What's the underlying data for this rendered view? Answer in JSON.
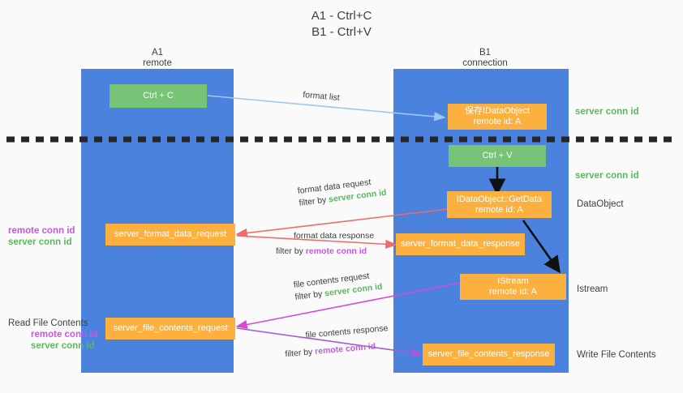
{
  "title": {
    "line1": "A1 - Ctrl+C",
    "line2": "B1 - Ctrl+V"
  },
  "lanes": [
    {
      "id": "a1",
      "name": "A1",
      "sub": "remote"
    },
    {
      "id": "b1",
      "name": "B1",
      "sub": "connection"
    }
  ],
  "boxes": {
    "ctrl_c": "Ctrl + C",
    "save_idataobject": "保存IDataObject\nremote id: A",
    "ctrl_v": "Ctrl + V",
    "idataobject_getdata": "IDataObject::GetData\nremote id: A",
    "format_data_request": "server_format_data_request",
    "format_data_response": "server_format_data_response",
    "istream": "IStream\nremote id: A",
    "file_contents_request": "server_file_contents_request",
    "file_contents_response": "server_file_contents_response"
  },
  "edge_labels": {
    "format_list": "format list",
    "fd_request_l1": "format data request",
    "fd_request_l2_pre": "filter by ",
    "fd_request_l2_key": "server conn id",
    "fd_response_l1": "format data response",
    "fd_response_l2_pre": "filter by ",
    "fd_response_l2_key": "remote conn id",
    "fc_request_l1": "file contents request",
    "fc_request_l2_pre": "filter by ",
    "fc_request_l2_key": "server conn id",
    "fc_response_l1": "file contents response",
    "fc_response_l2_pre": "filter by ",
    "fc_response_l2_key": "remote conn id"
  },
  "side_labels": {
    "right_server_conn_1": "server conn id",
    "right_server_conn_2": "server conn id",
    "right_dataobject": "DataObject",
    "right_istream": "Istream",
    "right_write_file": "Write File Contents",
    "left_remote_conn_1": "remote conn id",
    "left_server_conn_1": "server conn id",
    "left_read_file": "Read File Contents",
    "left_remote_conn_2": "remote conn id",
    "left_server_conn_2": "server conn id"
  },
  "colors": {
    "lane": "#4a82dd",
    "green_box": "#77c477",
    "orange_box": "#fbb040",
    "server_conn": "#5cb85c",
    "remote_conn": "#c15cd6",
    "arrow_blue": "#9fc8ef",
    "arrow_red": "#ef6a6a",
    "arrow_magenta": "#d44bd4",
    "arrow_purple": "#a25cd6",
    "arrow_black": "#000000",
    "background": "#fafafa",
    "text": "#3c4043"
  }
}
